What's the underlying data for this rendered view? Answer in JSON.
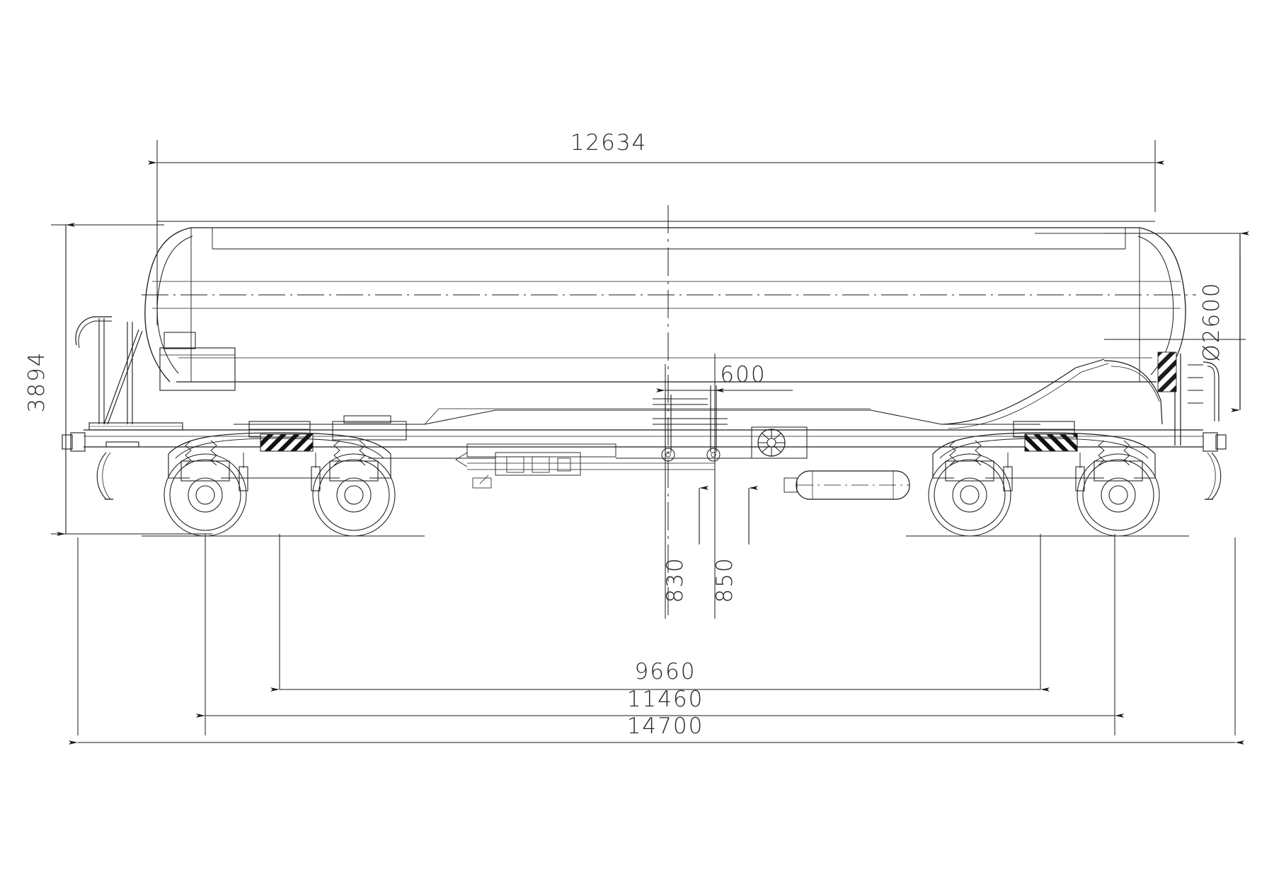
{
  "drawing": {
    "type": "engineering-elevation",
    "subject": "rail tank car side elevation",
    "units": "mm",
    "background_color": "#ffffff",
    "line_color": "#1a1a1a",
    "text_color": "#2b2b2b"
  },
  "dimensions": {
    "top_overall_tank": {
      "label": "12634",
      "orientation": "horizontal",
      "position": "top"
    },
    "height_overall": {
      "label": "3894",
      "orientation": "vertical",
      "position": "left"
    },
    "tank_diameter": {
      "label": "Ø2600",
      "orientation": "vertical",
      "position": "right"
    },
    "brake_gap": {
      "label": "600",
      "orientation": "horizontal",
      "position": "center-upper"
    },
    "coupler_height": {
      "label": "830",
      "orientation": "vertical",
      "position": "center-lower"
    },
    "buffer_height": {
      "label": "850",
      "orientation": "vertical",
      "position": "center-lower"
    },
    "bogie_centres": {
      "label": "9660",
      "orientation": "horizontal",
      "position": "bottom"
    },
    "over_bogie_pivots": {
      "label": "11460",
      "orientation": "horizontal",
      "position": "bottom"
    },
    "over_buffers": {
      "label": "14700",
      "orientation": "horizontal",
      "position": "bottom"
    }
  },
  "dimension_list": [
    "12634",
    "3894",
    "Ø2600",
    "600",
    "830",
    "850",
    "9660",
    "11460",
    "14700"
  ]
}
